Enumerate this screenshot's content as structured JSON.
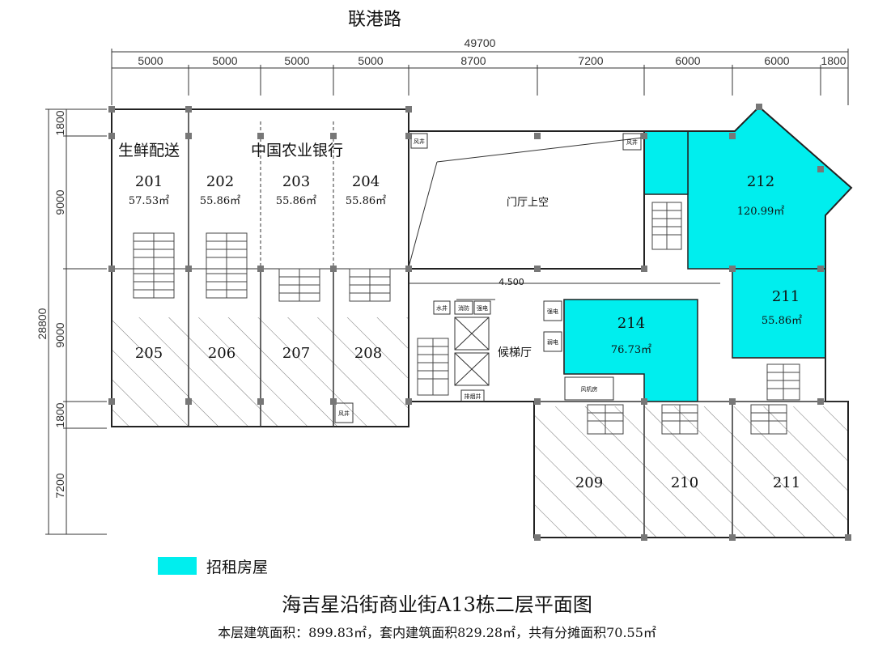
{
  "road": "联港路",
  "dims": {
    "top_total": "49700",
    "top": [
      "5000",
      "5000",
      "5000",
      "5000",
      "8700",
      "7200",
      "6000",
      "6000",
      "1800"
    ],
    "left_total": "28800",
    "left": [
      "1800",
      "9000",
      "9000",
      "1800",
      "7200"
    ]
  },
  "tenant_labels": {
    "fresh": "生鲜配送",
    "bank": "中国农业银行"
  },
  "units": [
    {
      "no": "201",
      "area": "57.53㎡"
    },
    {
      "no": "202",
      "area": "55.86㎡"
    },
    {
      "no": "203",
      "area": "55.86㎡"
    },
    {
      "no": "204",
      "area": "55.86㎡"
    },
    {
      "no": "205",
      "area": ""
    },
    {
      "no": "206",
      "area": ""
    },
    {
      "no": "207",
      "area": ""
    },
    {
      "no": "208",
      "area": ""
    },
    {
      "no": "209",
      "area": ""
    },
    {
      "no": "210",
      "area": ""
    },
    {
      "no": "211",
      "area": ""
    },
    {
      "no": "211",
      "area": "55.86㎡"
    },
    {
      "no": "212",
      "area": "120.99㎡"
    },
    {
      "no": "214",
      "area": "76.73㎡"
    }
  ],
  "spaces": {
    "lobby_void": "门厅上空",
    "waiting_hall": "候梯厅",
    "elevation": "4.500",
    "fan_room": "风机房",
    "smoke_exhaust": "排烟井",
    "air_shaft": "风井",
    "strong": "强电",
    "weak": "弱电",
    "water_well": "水井",
    "fire": "消防",
    "strong2": "强电"
  },
  "legend": {
    "label": "招租房屋",
    "color": "#00eeee"
  },
  "title": "海吉星沿街商业街A13栋二层平面图",
  "subtitle": "本层建筑面积：899.83㎡，套内建筑面积829.28㎡，共有分摊面积70.55㎡"
}
